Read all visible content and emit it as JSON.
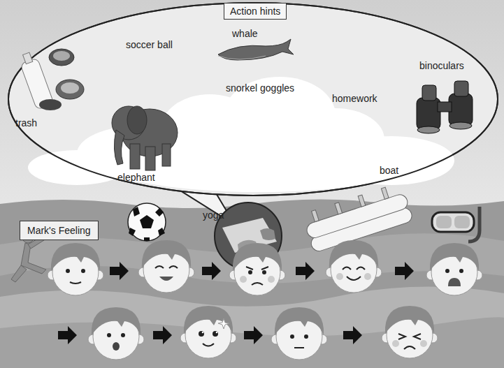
{
  "diagram": {
    "nodes": [
      {
        "text": [
          "Action hints"
        ]
      },
      {
        "text": [
          "Mark's Feeling"
        ]
      }
    ],
    "labels": [
      "whale",
      "soccer ball",
      "trash",
      "snorkel goggles",
      "homework",
      "binoculars",
      "elephant",
      "boat",
      "yoga"
    ]
  }
}
